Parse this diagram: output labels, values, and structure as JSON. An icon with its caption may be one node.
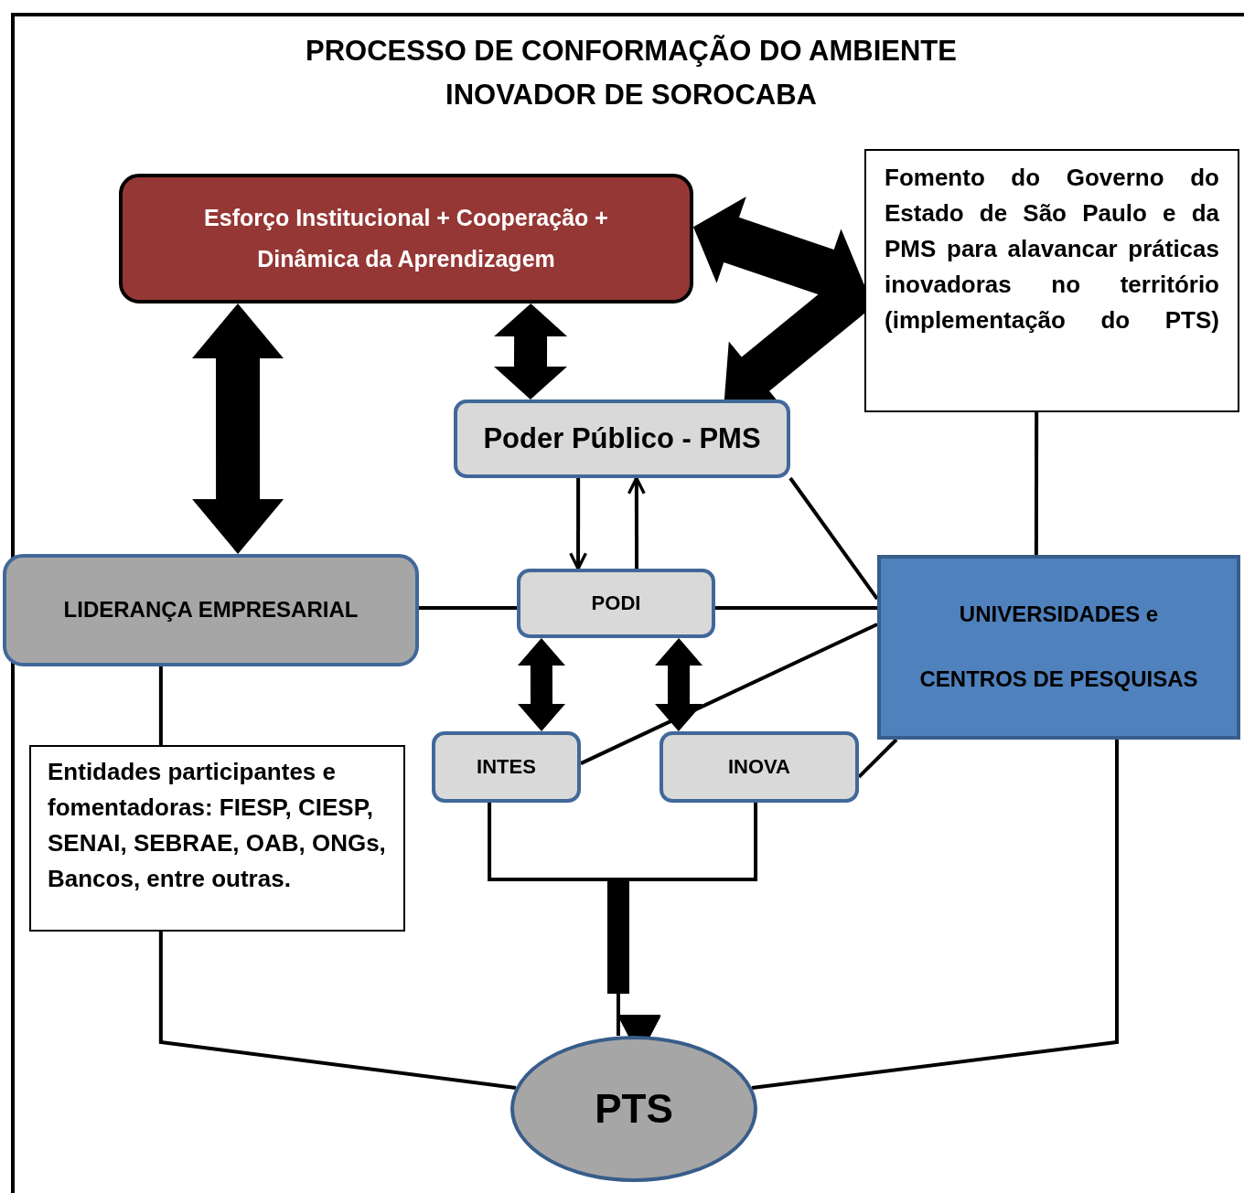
{
  "diagram": {
    "title": "PROCESSO DE CONFORMAÇÃO DO AMBIENTE INOVADOR DE SOROCABA",
    "nodes": [
      {
        "text": [
          "Esforço Institucional +  Cooperação + Dinâmica da Aprendizagem"
        ]
      },
      {
        "text": [
          "Fomento  do Governo do Estado de São Paulo e da PMS para alavancar práticas inovadoras no território (implementação do PTS)"
        ]
      },
      {
        "text": [
          "Poder Público - PMS"
        ]
      },
      {
        "text": [
          "LIDERANÇA EMPRESARIAL"
        ]
      },
      {
        "text": [
          "PODI"
        ]
      },
      {
        "text": [
          "UNIVERSIDADES e",
          "CENTROS DE PESQUISAS"
        ]
      },
      {
        "text": [
          "Entidades participantes e fomentadoras: FIESP, CIESP, SENAI, SEBRAE, OAB, ONGs, Bancos, entre outras."
        ]
      },
      {
        "text": [
          "INTES"
        ]
      },
      {
        "text": [
          "INOVA"
        ]
      },
      {
        "text": [
          "PTS"
        ]
      }
    ],
    "edges": [
      {
        "from": 0,
        "to": 3,
        "arrow": "both",
        "style": "thick"
      },
      {
        "from": 0,
        "to": 2,
        "arrow": "both",
        "style": "thick"
      },
      {
        "from": 0,
        "to": 1,
        "arrow": "both",
        "style": "thick"
      },
      {
        "from": 1,
        "to": 2,
        "arrow": "to",
        "style": "thick"
      },
      {
        "from": 2,
        "to": 4,
        "arrow": "to"
      },
      {
        "from": 4,
        "to": 2,
        "arrow": "to"
      },
      {
        "from": 3,
        "to": 4,
        "arrow": "none"
      },
      {
        "from": 4,
        "to": 5,
        "arrow": "none"
      },
      {
        "from": 2,
        "to": 5,
        "arrow": "none"
      },
      {
        "from": 7,
        "to": 5,
        "arrow": "none"
      },
      {
        "from": 8,
        "to": 5,
        "arrow": "none"
      },
      {
        "from": 1,
        "to": 5,
        "arrow": "none"
      },
      {
        "from": 4,
        "to": 7,
        "arrow": "both",
        "style": "thick"
      },
      {
        "from": 4,
        "to": 8,
        "arrow": "both",
        "style": "thick"
      },
      {
        "from": 7,
        "to": 9,
        "arrow": "to"
      },
      {
        "from": 8,
        "to": 9,
        "arrow": "to"
      },
      {
        "from": 3,
        "to": 6,
        "arrow": "none"
      },
      {
        "from": 6,
        "to": 9,
        "arrow": "none"
      },
      {
        "from": 5,
        "to": 9,
        "arrow": "none"
      }
    ]
  }
}
